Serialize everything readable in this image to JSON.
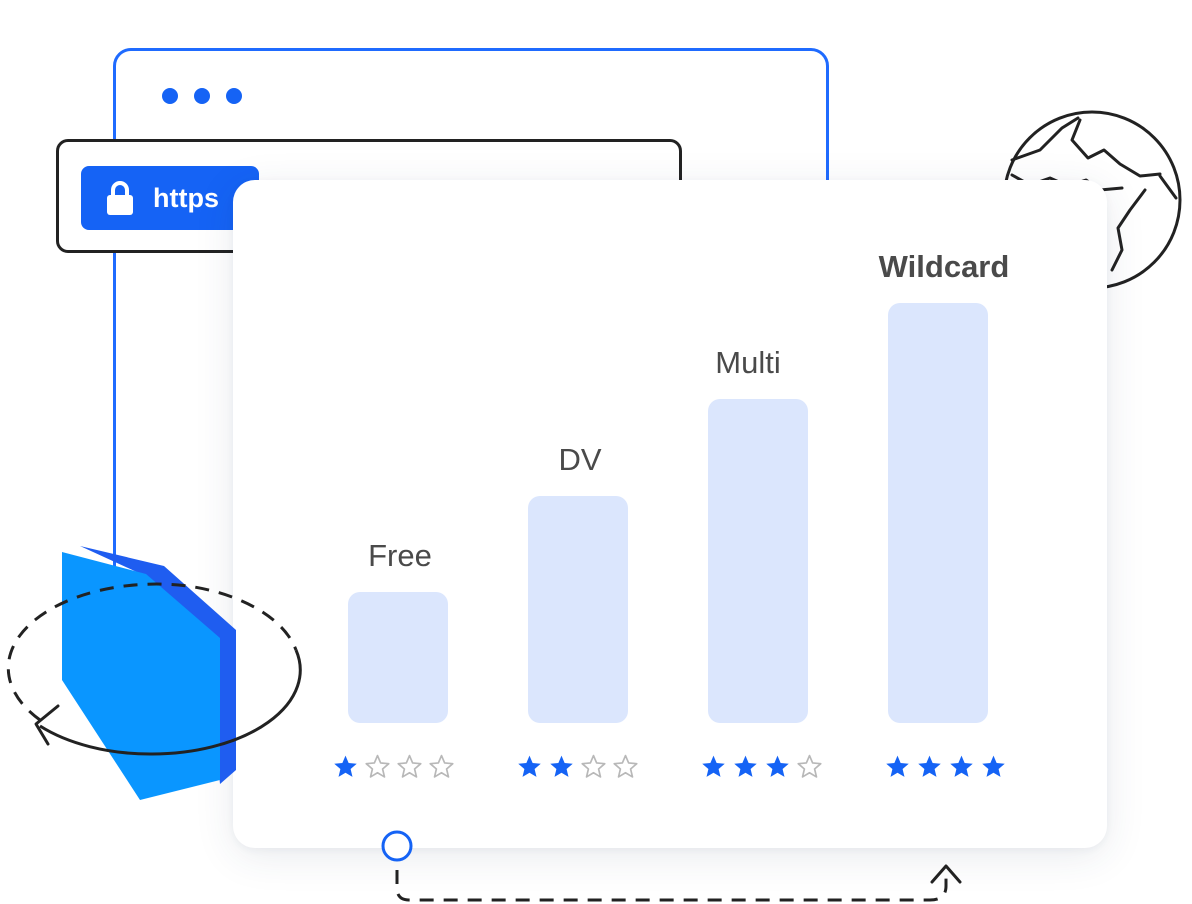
{
  "address_bar": {
    "protocol_label": "https",
    "lock_icon": "lock-icon"
  },
  "chart_data": {
    "type": "bar",
    "categories": [
      "Free",
      "DV",
      "Multi",
      "Wildcard"
    ],
    "values": [
      1,
      2,
      3,
      4
    ],
    "ratings": [
      1,
      2,
      3,
      4
    ],
    "rating_max": 4,
    "emphasized_category": "Wildcard"
  },
  "colors": {
    "accent_blue": "#1563f5",
    "window_border": "#1f6bff",
    "bar_fill": "#dbe6fd",
    "shield_front": "#0a96ff",
    "shield_side": "#1f5df0",
    "star_filled": "#1563f5",
    "star_empty": "#b8b8b8",
    "outline_dark": "#222222"
  },
  "icons": {
    "globe": "globe-icon",
    "shield": "shield-icon",
    "star_filled": "star-filled-icon",
    "star_empty": "star-empty-icon"
  }
}
